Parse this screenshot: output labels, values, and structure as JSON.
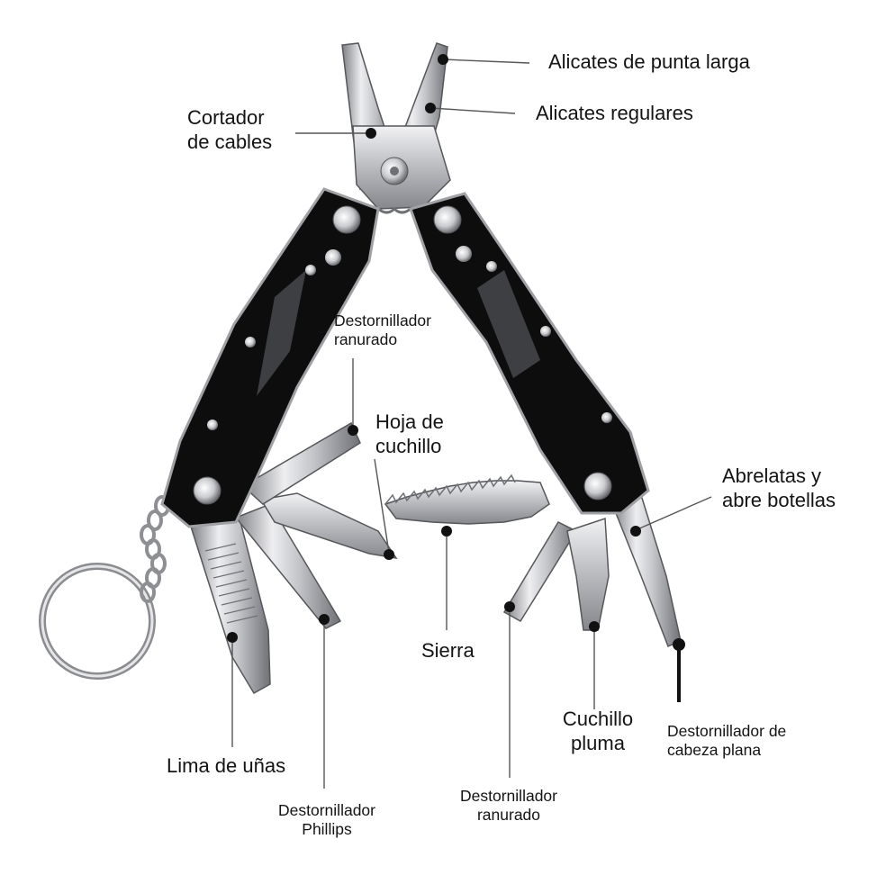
{
  "colors": {
    "handle": "#0d0d0d",
    "steel_light": "#e8e8ea",
    "steel_mid": "#b4b6ba",
    "steel_dark": "#6e7075",
    "leader": "#4a4a4a",
    "dot": "#111111"
  },
  "labels": {
    "needle_nose_pliers": "Alicates de punta larga",
    "regular_pliers": "Alicates regulares",
    "wire_cutter": "Cortador\nde cables",
    "slotted_screwdriver_top": "Destornillador\nranurado",
    "knife_blade": "Hoja de\ncuchillo",
    "can_bottle_opener": "Abrelatas y\nabre botellas",
    "saw": "Sierra",
    "nail_file": "Lima de uñas",
    "phillips_screwdriver": "Destornillador\nPhillips",
    "slotted_screwdriver_bottom": "Destornillador\nranurado",
    "pen_knife": "Cuchillo\npluma",
    "flat_head_screwdriver": "Destornillador de\ncabeza plana"
  }
}
